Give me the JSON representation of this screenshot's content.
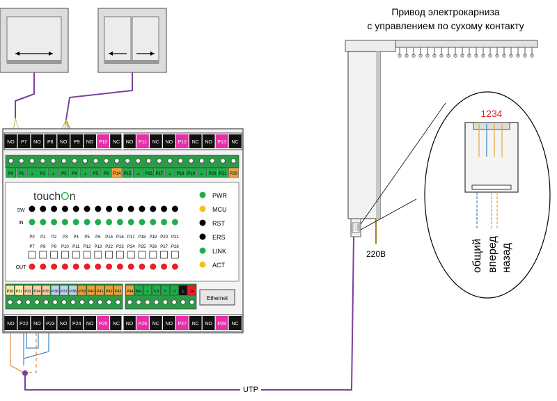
{
  "title": {
    "line1": "Привод электрокарниза",
    "line2": "с управлением по сухому контакту"
  },
  "supply_label": "220В",
  "cable_label": "UTP",
  "connector_pins": "1234",
  "wire_labels": [
    "общий",
    "вперед",
    "назад"
  ],
  "controller": {
    "brand_prefix": "touch",
    "brand_suffix": "n",
    "top_block_labels": [
      "NO",
      "P7",
      "NO",
      "P8",
      "NO",
      "P9",
      "NO",
      "P10",
      "NC",
      "NO",
      "P11",
      "NC",
      "NO",
      "P12",
      "NC",
      "NO",
      "P13",
      "NC"
    ],
    "top_terminal_labels": [
      "P0",
      "P1",
      "⊥",
      "P2",
      "⊥",
      "P3",
      "P4",
      "⊥",
      "P5",
      "P6",
      "P14",
      "P15",
      "⊥",
      "P16",
      "P17",
      "⊥",
      "P18",
      "P19",
      "⊥",
      "P20",
      "P21",
      "P29"
    ],
    "sw_label": "SW",
    "in_label": "IN",
    "out_label": "OUT",
    "input_labels": [
      "P0",
      "P1",
      "P2",
      "P3",
      "P4",
      "P5",
      "P6",
      "P15",
      "P16",
      "P17",
      "P18",
      "P19",
      "P20",
      "P21"
    ],
    "output_labels": [
      "P7",
      "P8",
      "P9",
      "P10",
      "P11",
      "P12",
      "P13",
      "P22",
      "P23",
      "P24",
      "P25",
      "P26",
      "P27",
      "P28"
    ],
    "status_labels": [
      "PWR",
      "MCU",
      "RST",
      "ERS",
      "LINK",
      "ACT"
    ],
    "bottom_terminal_labels": [
      "P30",
      "P31",
      "P32",
      "P34",
      "P35",
      "P36",
      "P37",
      "P38",
      "P39",
      "P40",
      "P41",
      "P42",
      "P43"
    ],
    "bus_terminal_labels": [
      "P44",
      "BA-",
      "+",
      "5,3",
      "5",
      "12",
      "⊥",
      "24"
    ],
    "ethernet_label": "Ethernet",
    "bottom_block_labels": [
      "NO",
      "P22",
      "NO",
      "P23",
      "NO",
      "P24",
      "NO",
      "P25",
      "NC",
      "NO",
      "P26",
      "NC",
      "NO",
      "P27",
      "NC",
      "NO",
      "P28",
      "NC"
    ]
  },
  "colors": {
    "terminal_green": "#1fae4b",
    "magenta": "#e62fa7",
    "orange": "#e8a33a",
    "led_red": "#e8202a",
    "led_green": "#1fae4b",
    "led_yellow": "#f2c318",
    "utp_purple": "#7b3fa0",
    "brand_green": "#1fae4b"
  }
}
